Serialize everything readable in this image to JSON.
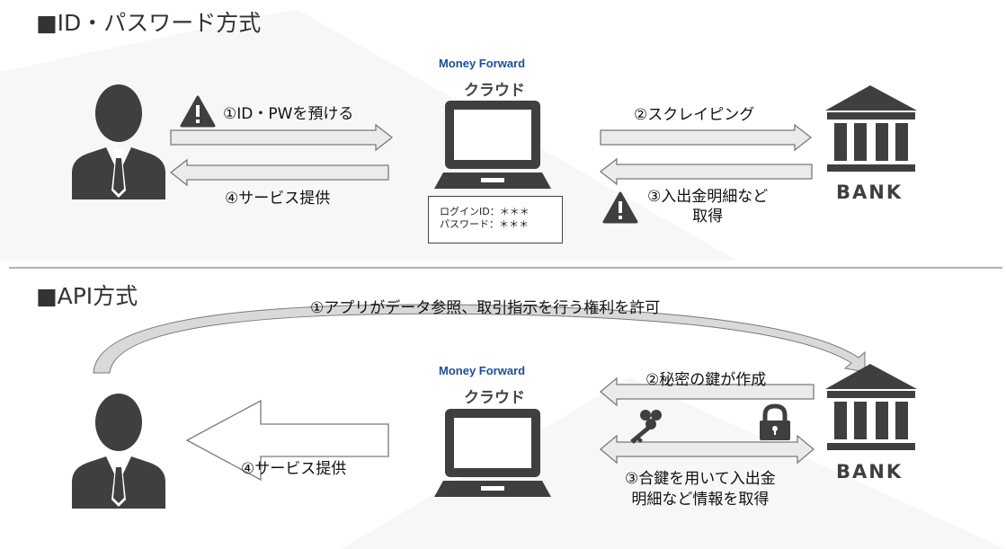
{
  "section1": {
    "title": "■ID・パスワード方式",
    "step1": "①ID・PWを預ける",
    "step2": "②スクレイピング",
    "step3_line1": "③入出金明細など",
    "step3_line2": "取得",
    "step4": "④サービス提供",
    "credentials": {
      "login": "ログインID：＊＊＊",
      "password": "パスワード：＊＊＊"
    }
  },
  "section2": {
    "title": "■API方式",
    "step1": "①アプリがデータ参照、取引指示を行う権利を許可",
    "step2": "②秘密の鍵が作成",
    "step3_line1": "③合鍵を用いて入出金",
    "step3_line2": "明細など情報を取得",
    "step4": "④サービス提供"
  },
  "brand": {
    "logo": "Money Forward",
    "product": "クラウド"
  },
  "bank_label": "BANK",
  "colors": {
    "icon": "#3f3f3f",
    "arrow_fill": "#ebebeb",
    "arrow_stroke": "#7a7a7a",
    "logo": "#1a4f9c"
  }
}
